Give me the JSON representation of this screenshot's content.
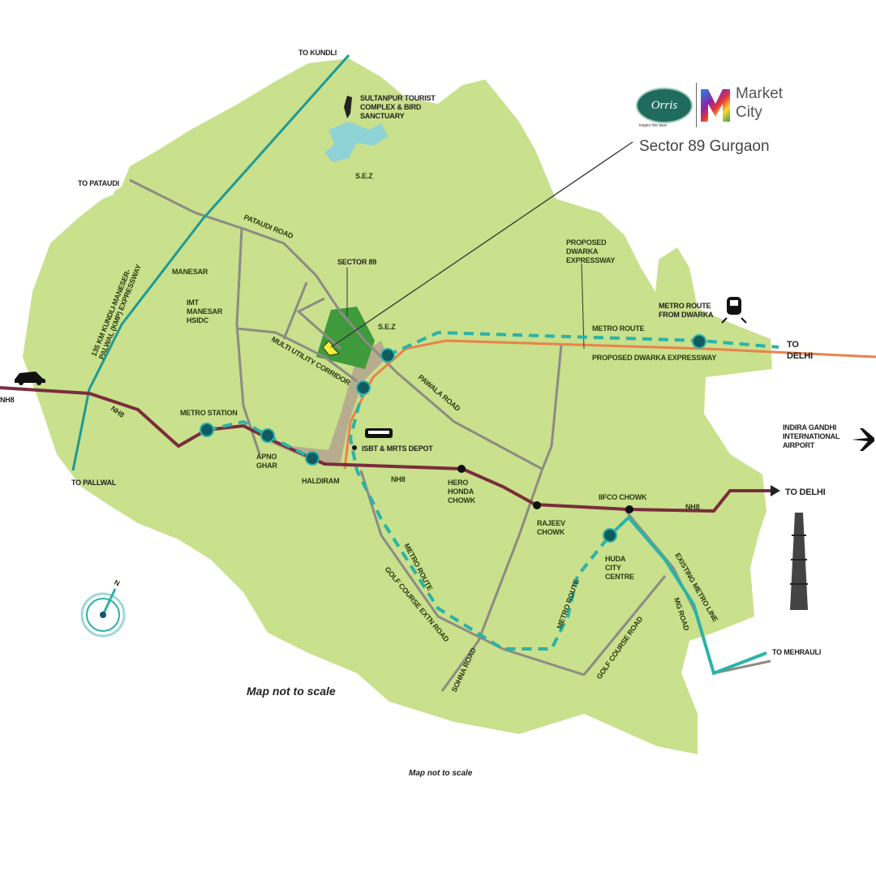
{
  "brand": {
    "logo_text": "Orris",
    "logo_tagline": "inspire the best",
    "partner_line1": "Market",
    "partner_line2": "City",
    "location": "Sector 89 Gurgaon"
  },
  "colors": {
    "land": "#c9e08c",
    "road": "#8c8c84",
    "nh8": "#7a2d3c",
    "expressway": "#e9834a",
    "metro": "#2bb3a8",
    "kmp": "#1f9a94",
    "sector_plot": "#3f9a3c",
    "depot_area": "#b7ad8e"
  },
  "labels": {
    "to_kundli": "TO KUNDLI",
    "sultanpur": [
      "SULTANPUR TOURIST",
      "COMPLEX & BIRD",
      "SANCTUARY"
    ],
    "sez_top": "S.E.Z",
    "to_pataudi": "TO PATAUDI",
    "pataudi_road": "PATAUDI ROAD",
    "kmp": [
      "135 KM KUNDLI-MANESER-",
      "PALWAL (KMP) EXPRESSWAY"
    ],
    "manesar": "MANESAR",
    "imt": [
      "IMT",
      "MANESAR",
      "HSIDC"
    ],
    "sector89": "SECTOR 89",
    "sez_mid": "S.E.Z",
    "muc": "MULTI UTILITY CORRIDOR",
    "pawala_road": "PAWALA ROAD",
    "dwarka_proposed": [
      "PROPOSED",
      "DWARKA",
      "EXPRESSWAY"
    ],
    "metro_from_dwarka": [
      "METRO ROUTE",
      "FROM DWARKA"
    ],
    "metro_route_top": "METRO ROUTE",
    "proposed_dwarka_exp": "PROPOSED DWARKA EXPRESSWAY",
    "to_delhi_top": [
      "TO",
      "DELHI"
    ],
    "nh8_left": "NH8",
    "nh8_a": "NH8",
    "nh8_b": "NH8",
    "nh8_c": "NH8",
    "metro_station": "METRO STATION",
    "to_pallwal": "TO PALLWAL",
    "apno_ghar": [
      "APNO",
      "GHAR"
    ],
    "haldiram": "HALDIRAM",
    "isbt": "ISBT & MRTS DEPOT",
    "hero_honda": [
      "HERO",
      "HONDA",
      "CHOWK"
    ],
    "rajeev": [
      "RAJEEV",
      "CHOWK"
    ],
    "iffco": "IIFCO CHOWK",
    "airport": [
      "INDIRA GANDHI",
      "INTERNATIONAL",
      "AIRPORT"
    ],
    "to_delhi_right": "TO DELHI",
    "huda": [
      "HUDA",
      "CITY",
      "CENTRE"
    ],
    "metro_route_sw": "METRO ROUTE",
    "golf_ext": "GOLF COURSE EXTN ROAD",
    "sohna": "SOHNA ROAD",
    "metro_route_s": "METRO ROUTE",
    "golf_course": "GOLF COURSE ROAD",
    "existing_metro": "EXISTING METRO LINE",
    "mg_road": "MG ROAD",
    "to_mehrauli": "TO MEHRAULI",
    "compass_n": "N"
  },
  "notes": {
    "scale_main": "Map not to scale",
    "scale_small": "Map not to scale"
  }
}
